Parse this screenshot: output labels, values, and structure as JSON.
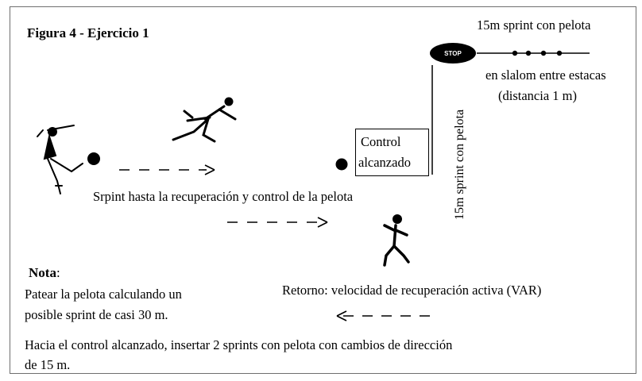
{
  "title": "Figura 4 - Ejercicio 1",
  "top_right": {
    "sprint_label": "15m sprint con pelota",
    "slalom_label": "en slalom entre estacas",
    "distance_label": "(distancia 1 m)",
    "stop_sign": "STOP"
  },
  "control_box": {
    "line1": "Control",
    "line2": "alcanzado"
  },
  "vertical_label": "15m sprint con pelota",
  "sprint_caption": "Srpint hasta la recuperación y control de la pelota",
  "return_caption": "Retorno: velocidad de recuperación activa (VAR)",
  "note": {
    "heading": "Nota",
    "colon": ":",
    "lines": [
      "Patear la pelota calculando un",
      "posible sprint de casi 30 m.",
      "Hacia el control alcanzado, insertar 2 sprints con pelota con cambios de dirección",
      "de 15 m."
    ]
  },
  "colors": {
    "ink": "#000000",
    "frame": "#6f6f6f",
    "background": "#ffffff"
  }
}
